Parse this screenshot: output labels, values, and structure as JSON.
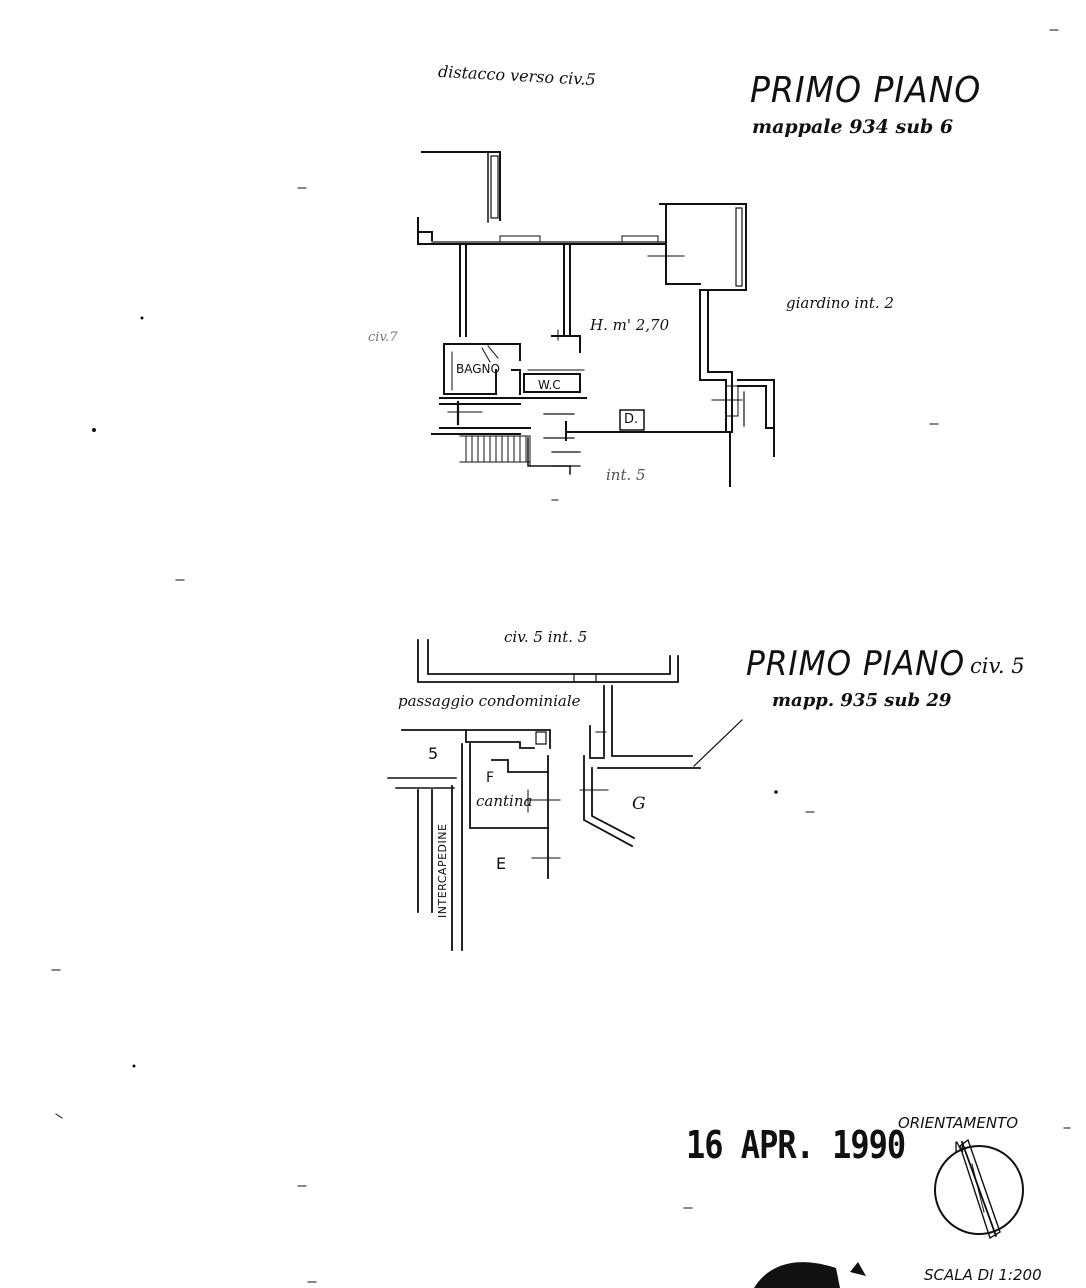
{
  "plan1": {
    "title": "PRIMO PIANO",
    "subtitle": "mappale 934 sub 6",
    "distacco": "distacco verso civ.5",
    "giardino": "giardino int. 2",
    "height": "H. m' 2,70",
    "bagno": "BAGNO",
    "wc": "W.C",
    "d_label": "D.",
    "int5": "int. 5",
    "civ7": "civ.7"
  },
  "plan2": {
    "title": "PRIMO PIANO",
    "civ": "civ. 5",
    "subtitle": "mapp. 935 sub 29",
    "top": "civ. 5 int. 5",
    "passaggio": "passaggio condominiale",
    "num5": "5",
    "f": "F",
    "cantina": "cantina",
    "g": "G",
    "e": "E",
    "intercapedine": "INTERCAPEDINE"
  },
  "footer": {
    "date": "16 APR. 1990",
    "orientamento": "ORIENTAMENTO",
    "north": "N",
    "scala": "SCALA DI 1:200"
  }
}
